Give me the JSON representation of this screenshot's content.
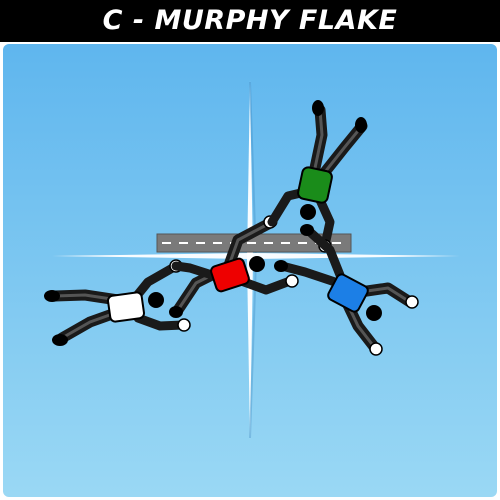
{
  "title": "C - MURPHY FLAKE",
  "colors": {
    "sky_top": "#5fb6ee",
    "sky_bottom": "#9ad8f4",
    "jumper_1": "#ee0000",
    "jumper_2": "#ffffff",
    "jumper_3": "#1a8c1a",
    "jumper_4": "#1c7fe6"
  },
  "formation": {
    "name": "Murphy Flake",
    "slot": "C",
    "jumpers": [
      {
        "id": "red",
        "jumpsuit": "red"
      },
      {
        "id": "white",
        "jumpsuit": "white"
      },
      {
        "id": "green",
        "jumpsuit": "green"
      },
      {
        "id": "blue",
        "jumpsuit": "blue"
      }
    ]
  }
}
